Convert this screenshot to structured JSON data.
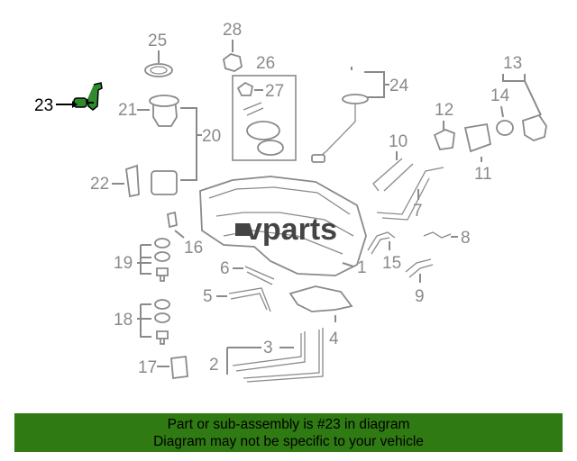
{
  "diagram": {
    "highlight": {
      "label": "23",
      "color": "#2e8b2e"
    },
    "callouts": [
      {
        "label": "1"
      },
      {
        "label": "2"
      },
      {
        "label": "3"
      },
      {
        "label": "4"
      },
      {
        "label": "5"
      },
      {
        "label": "6"
      },
      {
        "label": "7"
      },
      {
        "label": "8"
      },
      {
        "label": "9"
      },
      {
        "label": "10"
      },
      {
        "label": "11"
      },
      {
        "label": "12"
      },
      {
        "label": "13"
      },
      {
        "label": "14"
      },
      {
        "label": "15"
      },
      {
        "label": "16"
      },
      {
        "label": "17"
      },
      {
        "label": "18"
      },
      {
        "label": "19"
      },
      {
        "label": "20"
      },
      {
        "label": "21"
      },
      {
        "label": "22"
      },
      {
        "label": "24"
      },
      {
        "label": "25"
      },
      {
        "label": "26"
      },
      {
        "label": "27"
      },
      {
        "label": "28"
      }
    ],
    "watermark": "vparts"
  },
  "footer": {
    "line1": "Part or sub-assembly is #23 in diagram",
    "line2": "Diagram may not be specific to your vehicle",
    "background": "#2f7a12"
  }
}
